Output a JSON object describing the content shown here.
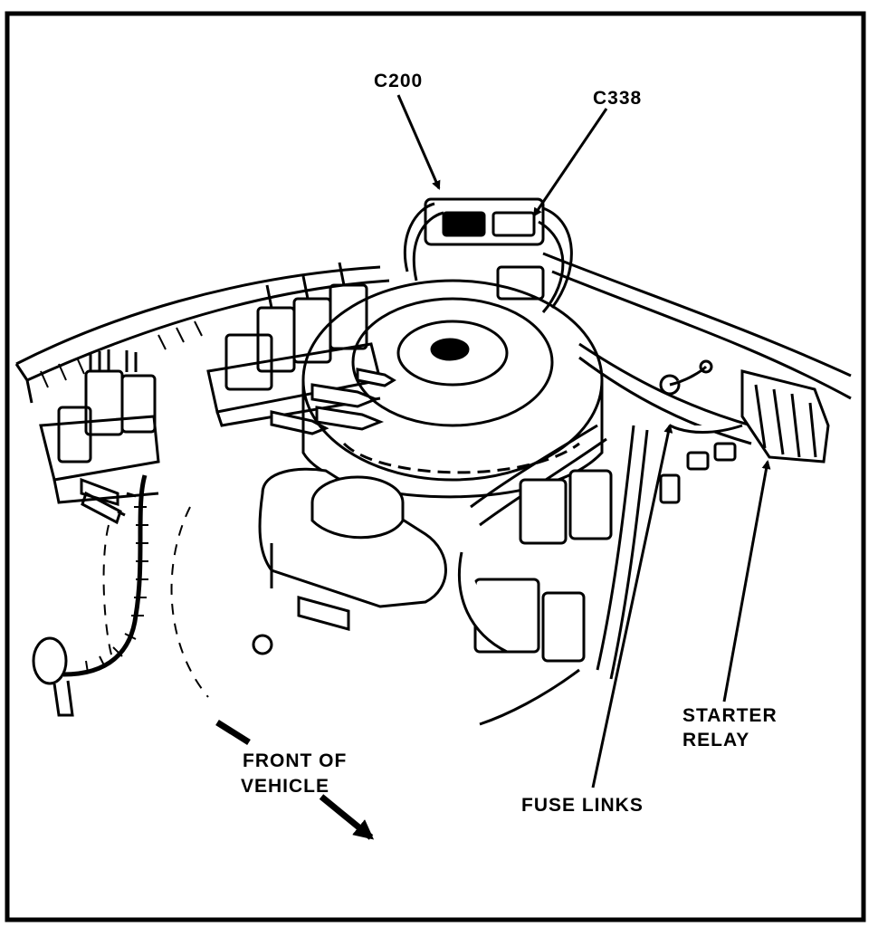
{
  "labels": {
    "c200": "C200",
    "c338": "C338",
    "starter_relay_line1": "STARTER",
    "starter_relay_line2": "RELAY",
    "fuse_links": "FUSE LINKS",
    "front_line1": "FRONT OF",
    "front_line2": "VEHICLE"
  },
  "colors": {
    "ink": "#000000",
    "paper": "#ffffff"
  }
}
